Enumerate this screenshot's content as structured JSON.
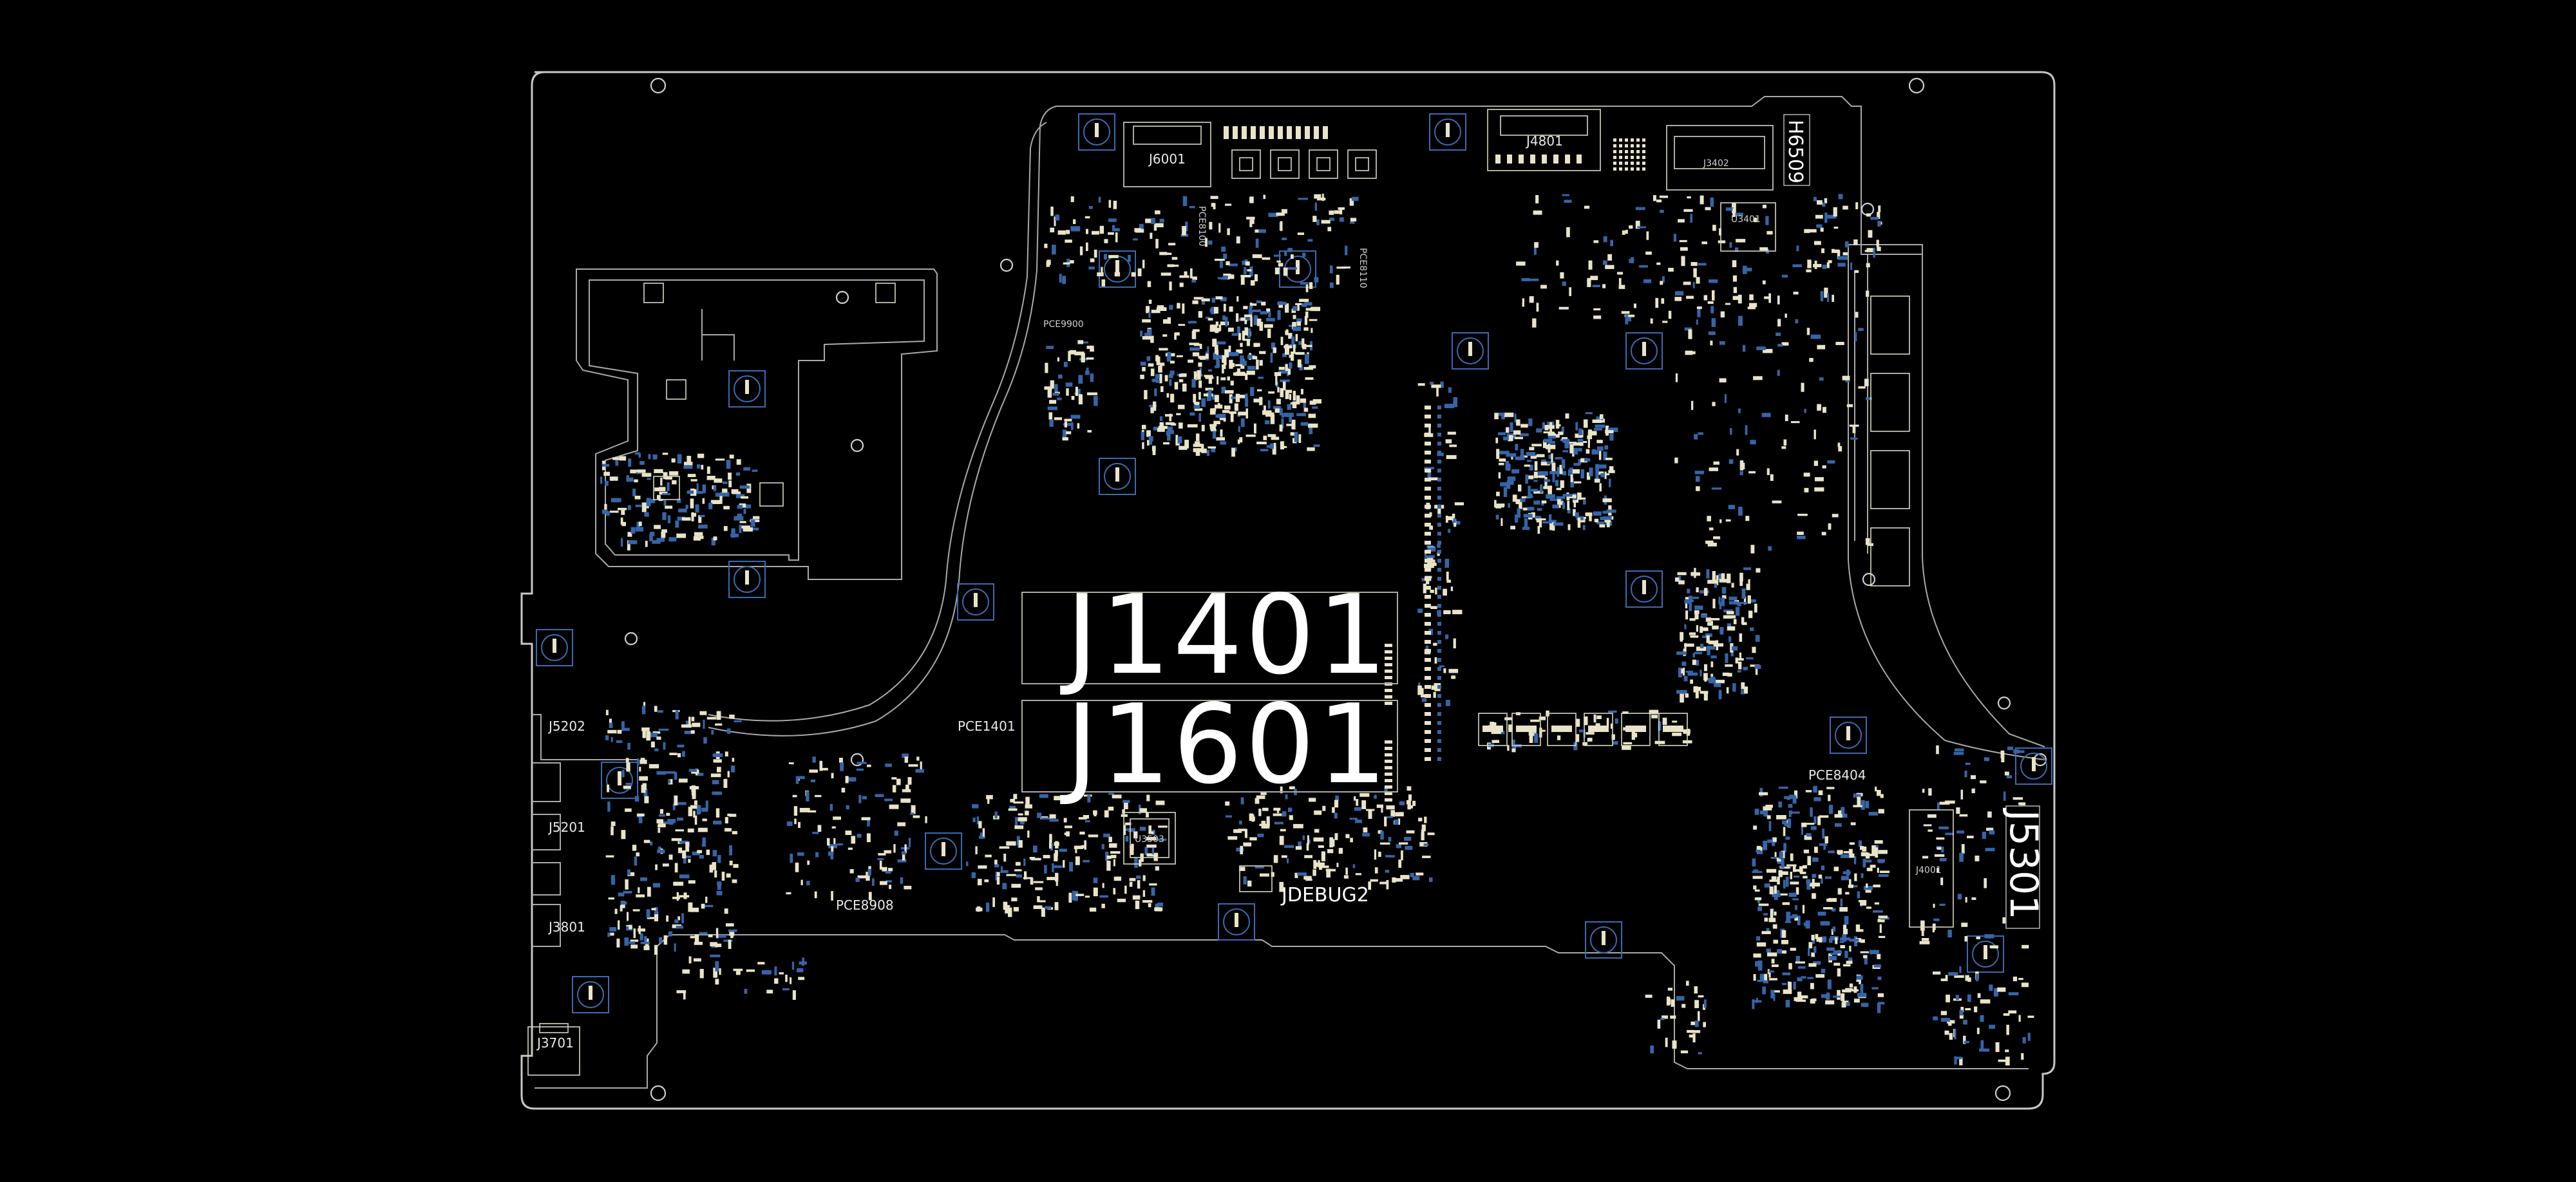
{
  "viewer": {
    "background": "#000000",
    "outline_color": "#c8c8c8",
    "component_color": "#d8d8c0",
    "highlight_color": "#3b6bb0"
  },
  "labels": {
    "j1401": "J1401",
    "j1601": "J1601",
    "j5301": "J5301",
    "h6509": "H6509",
    "jdebug2": "JDEBUG2",
    "j6001": "J6001",
    "j4801": "J4801",
    "j3402": "J3402",
    "u3401": "U3401",
    "u3503": "U3503",
    "j4001": "J4001",
    "j3701": "J3701",
    "j5202": "J5202",
    "j5201": "J5201",
    "j3801": "J3801",
    "pce1401": "PCE1401",
    "pce8404": "PCE8404",
    "pce8908": "PCE8908",
    "pce9900": "PCE9900",
    "pce8100": "PCE8100",
    "pce8110": "PCE8110"
  }
}
